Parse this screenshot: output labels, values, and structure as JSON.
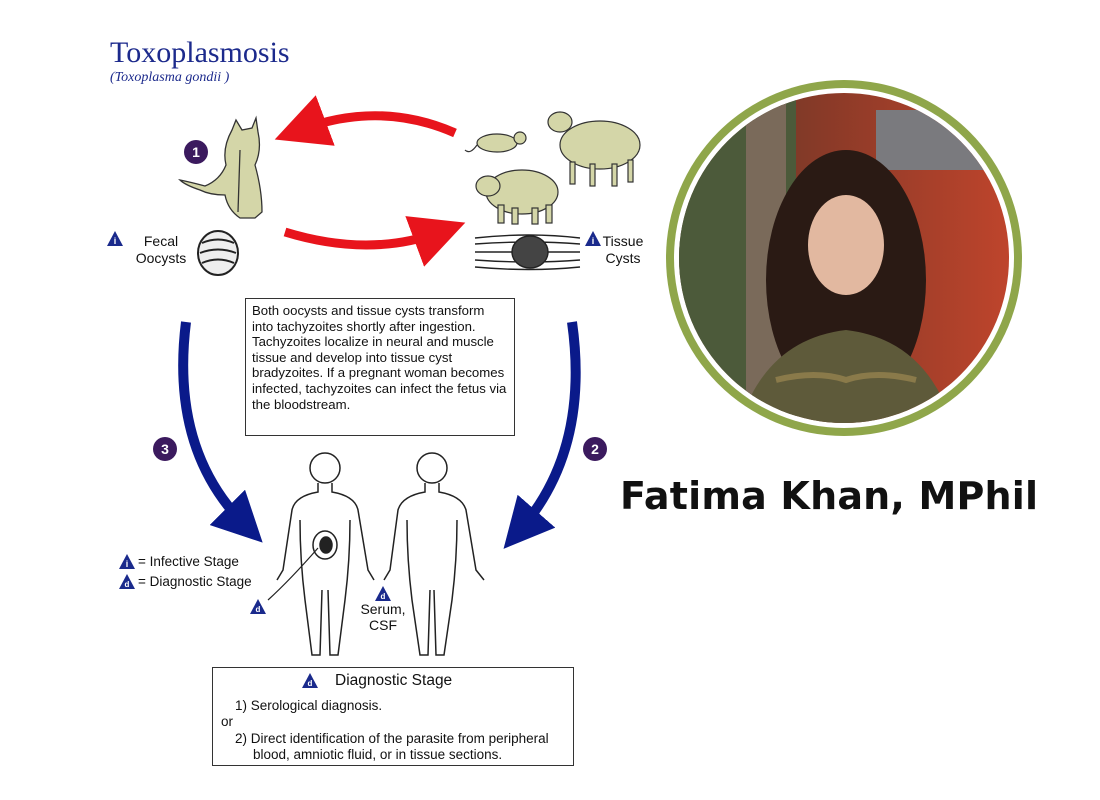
{
  "diagram": {
    "title": "Toxoplasmosis",
    "subtitle": "(Toxoplasma gondii )",
    "step_numbers": [
      "1",
      "2",
      "3"
    ],
    "fecal_label": [
      "Fecal",
      "Oocysts"
    ],
    "tissue_label": [
      "Tissue",
      "Cysts"
    ],
    "info_text": "Both oocysts and tissue cysts transform into tachyzoites shortly after ingestion. Tachyzoites localize in neural and muscle tissue and develop into tissue cyst bradyzoites. If a pregnant woman becomes infected, tachyzoites can infect the fetus via the bloodstream.",
    "legend": {
      "infective_icon": "i",
      "infective": "= Infective Stage",
      "diagnostic_icon": "d",
      "diagnostic": "= Diagnostic Stage"
    },
    "serum_label": [
      "Serum,",
      "CSF"
    ],
    "diagnostic_box": {
      "icon": "d",
      "title": "Diagnostic Stage",
      "item1": "1) Serological diagnosis.",
      "or": "or",
      "item2_line1": "2) Direct identification of the parasite from peripheral",
      "item2_line2": "blood, amniotic fluid, or in tissue sections."
    },
    "colors": {
      "title": "#1c2a8c",
      "red_arrow": "#e8141c",
      "blue_arrow": "#0a1a8a",
      "step_circle": "#3b1a5e",
      "animal_fill": "#d4d6a8",
      "stage_triangle": "#1a2a8c"
    }
  },
  "author": {
    "name": "Fatima Khan, MPhil",
    "ring_color": "#8fa64a"
  }
}
